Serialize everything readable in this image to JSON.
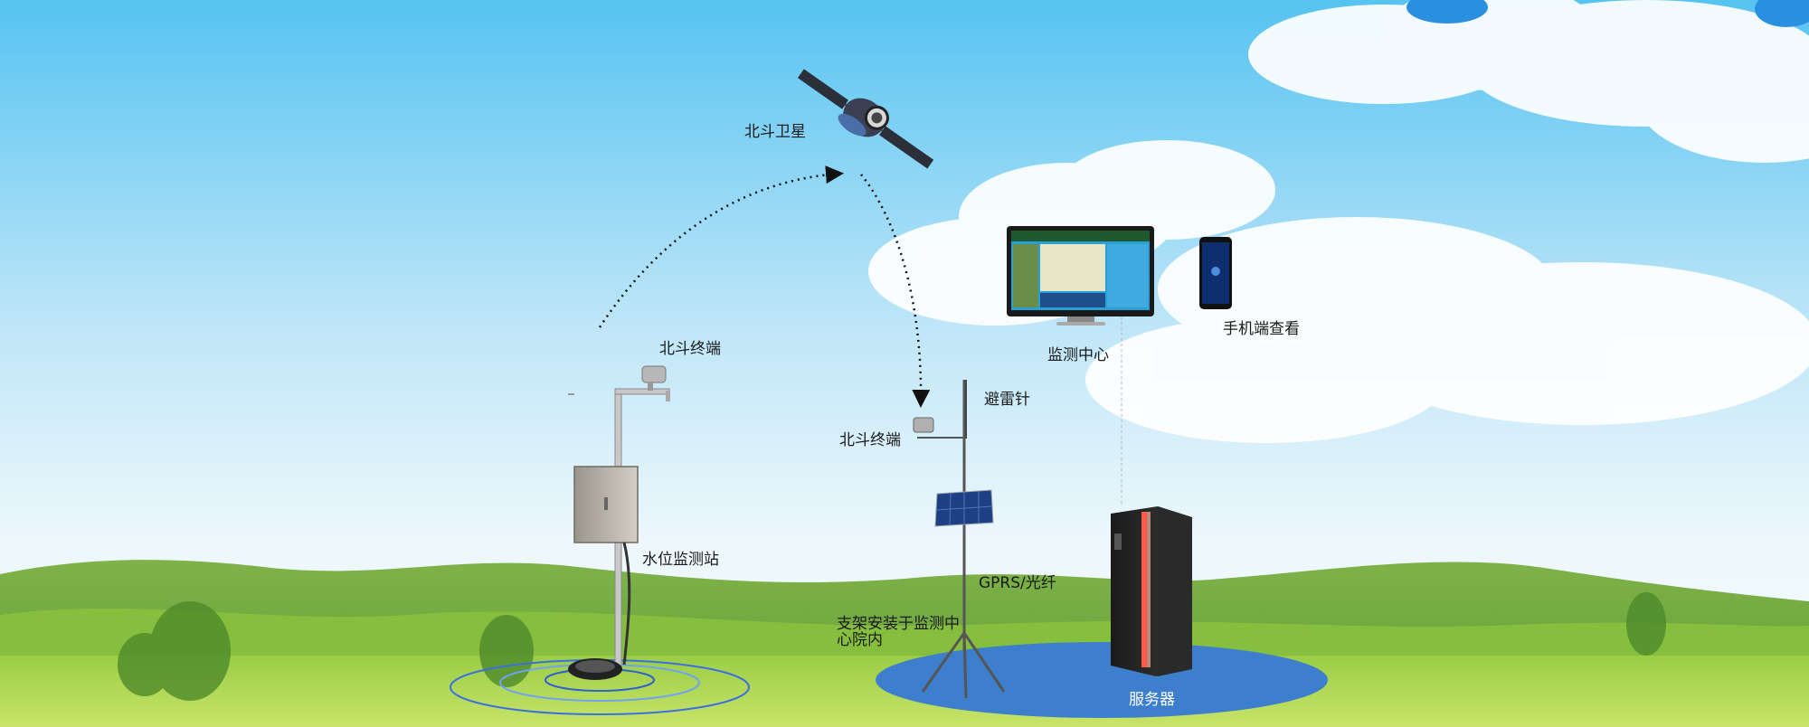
{
  "labels": {
    "satellite": "北斗卫星",
    "terminal_left": "北斗终端",
    "terminal_mid": "北斗终端",
    "water_station": "水位监测站",
    "lightning_rod": "避雷针",
    "monitor_center": "监测中心",
    "phone_view": "手机端查看",
    "gprs": "GPRS/光纤",
    "bracket_note": "支架安装于监测中心院内",
    "server": "服务器"
  },
  "colors": {
    "sky_top": "#5cc6f2",
    "sky_bottom": "#eaf6fb",
    "grass": "#8cc63e",
    "platform": "#3d7fcc",
    "server_glow": "#ff5a4a"
  },
  "icons": [
    "satellite-icon",
    "monitor-icon",
    "phone-icon",
    "server-icon",
    "solar-panel-icon",
    "antenna-icon",
    "monitoring-box-icon",
    "sensor-icon"
  ]
}
